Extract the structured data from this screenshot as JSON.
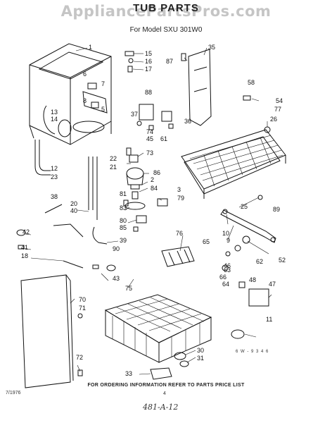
{
  "header": {
    "watermark": "AppliancePartsPros.com",
    "title": "TUB PARTS",
    "subtitle": "For Model SXU 301W0"
  },
  "footer": {
    "note": "FOR ORDERING INFORMATION REFER TO PARTS PRICE LIST",
    "page_number": "4",
    "doc_code": "7/1976",
    "handwritten": "481-A-12",
    "drawing_code": "6 W - 9 3 4 6"
  },
  "part_labels": [
    "1",
    "15",
    "16",
    "17",
    "87",
    "35",
    "6",
    "7",
    "8",
    "5",
    "88",
    "58",
    "54",
    "77",
    "13",
    "14",
    "37",
    "74",
    "45",
    "36",
    "61",
    "26",
    "22",
    "21",
    "73",
    "12",
    "23",
    "86",
    "2",
    "84",
    "3",
    "79",
    "81",
    "83",
    "80",
    "85",
    "38",
    "20",
    "40",
    "42",
    "41",
    "18",
    "39",
    "90",
    "76",
    "70",
    "71",
    "72",
    "43",
    "75",
    "30",
    "31",
    "33",
    "25",
    "89",
    "10",
    "9",
    "62",
    "65",
    "64",
    "66",
    "63",
    "46",
    "47",
    "11",
    "48",
    "52"
  ]
}
